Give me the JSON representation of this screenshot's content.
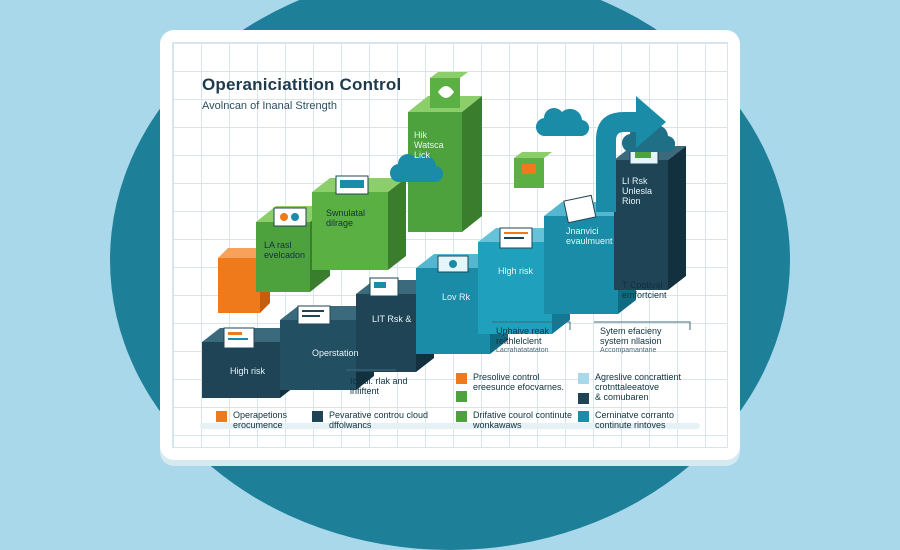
{
  "diagram": {
    "title": "Operaniciatition Control",
    "subtitle": "Avolncan of Inanal Strength",
    "colors": {
      "dark": "#1f4456",
      "teal": "#1a8ca8",
      "green": "#4ea23d",
      "orange": "#ef7a1c",
      "background": "#a8d8ea"
    },
    "step_labels": [
      {
        "text": "High risk"
      },
      {
        "text": "Operstation"
      },
      {
        "text": "LIT Rsk &"
      },
      {
        "text": "Lov Rk"
      },
      {
        "text": "Hlgh risk"
      },
      {
        "text": "Jnanvici evaulmuent"
      },
      {
        "text": "LI Rsk Unlesla Rion"
      }
    ],
    "upper_labels": [
      {
        "text": "LA rasl evelcadon"
      },
      {
        "text": "Swnulatal dilrage"
      },
      {
        "text": "Hik Watsca Lick"
      }
    ],
    "callouts": [
      {
        "text": "Uphaive reak relthlelclent",
        "sub": "Lacrahatatataton"
      },
      {
        "text": "Sytem efacieny system nllasion",
        "sub": "Accompamantane"
      },
      {
        "text": "T Cpotival emfortcient"
      },
      {
        "text": "Ickall. rlak and infiftent"
      }
    ],
    "legend": [
      {
        "color": "#ef7a1c",
        "text": "Operapetions erocumence"
      },
      {
        "color": "#1f4456",
        "text": "Pevarative controu cloud dffolwancs"
      },
      {
        "color": "#4ea23d",
        "text": "Drifative courol continute wonkawaws"
      },
      {
        "color": "#1a8ca8",
        "text": "Cerninatve corranto continute rintoves"
      },
      {
        "color": "#ef7a1c",
        "text": "Presolive control ereesunce efocvarnes."
      },
      {
        "color": "#4ea23d",
        "text": ""
      },
      {
        "color": "#a8d8ea",
        "text": "Agreslive concrattient crotnttaleeatove"
      },
      {
        "color": "#1f4456",
        "text": "& comubaren"
      }
    ],
    "icons": [
      "cloud-icon",
      "arrow-up-right-icon",
      "document-icon",
      "leaf-icon"
    ]
  }
}
